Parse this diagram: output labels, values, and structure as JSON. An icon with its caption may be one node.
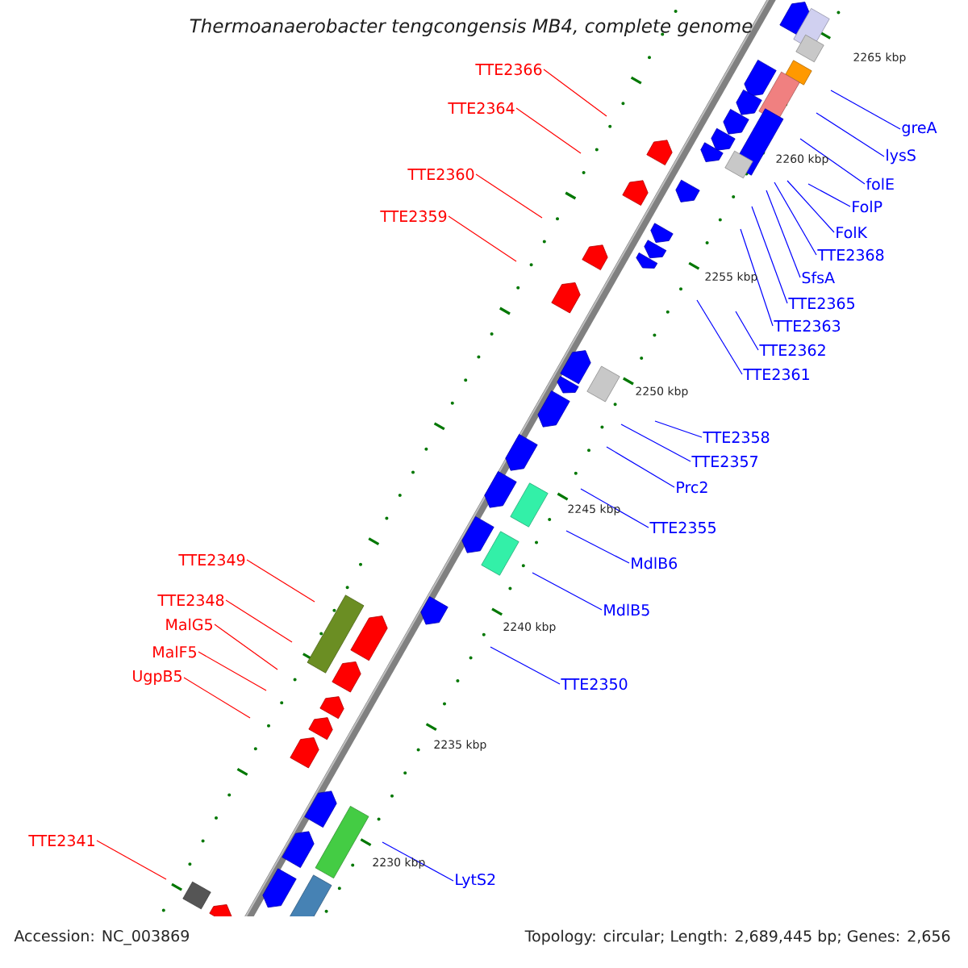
{
  "diagram": {
    "title": "Thermoanaerobacter tengcongensis MB4, complete genome",
    "nodes": [
      {
        "text": [
          "TTE2366"
        ]
      },
      {
        "text": [
          "TTE2364"
        ]
      },
      {
        "text": [
          "TTE2360"
        ]
      },
      {
        "text": [
          "TTE2359"
        ]
      },
      {
        "text": [
          "TTE2349"
        ]
      },
      {
        "text": [
          "TTE2348"
        ]
      },
      {
        "text": [
          "MalG5"
        ]
      },
      {
        "text": [
          "MalF5"
        ]
      },
      {
        "text": [
          "UgpB5"
        ]
      },
      {
        "text": [
          "TTE2341"
        ]
      },
      {
        "text": [
          "greA"
        ]
      },
      {
        "text": [
          "lysS"
        ]
      },
      {
        "text": [
          "folE"
        ]
      },
      {
        "text": [
          "FolP"
        ]
      },
      {
        "text": [
          "FolK"
        ]
      },
      {
        "text": [
          "TTE2368"
        ]
      },
      {
        "text": [
          "SfsA"
        ]
      },
      {
        "text": [
          "TTE2365"
        ]
      },
      {
        "text": [
          "TTE2363"
        ]
      },
      {
        "text": [
          "TTE2362"
        ]
      },
      {
        "text": [
          "TTE2361"
        ]
      },
      {
        "text": [
          "TTE2358"
        ]
      },
      {
        "text": [
          "TTE2357"
        ]
      },
      {
        "text": [
          "Prc2"
        ]
      },
      {
        "text": [
          "TTE2355"
        ]
      },
      {
        "text": [
          "MdlB6"
        ]
      },
      {
        "text": [
          "MdlB5"
        ]
      },
      {
        "text": [
          "TTE2350"
        ]
      },
      {
        "text": [
          "LytS2"
        ]
      }
    ],
    "edges": [
      {
        "from": 0,
        "to": null,
        "arrow": "none",
        "color": "#ff0000"
      },
      {
        "from": 1,
        "to": null,
        "arrow": "none",
        "color": "#ff0000"
      },
      {
        "from": 2,
        "to": null,
        "arrow": "none",
        "color": "#ff0000"
      },
      {
        "from": 3,
        "to": null,
        "arrow": "none",
        "color": "#ff0000"
      },
      {
        "from": 4,
        "to": null,
        "arrow": "none",
        "color": "#ff0000"
      },
      {
        "from": 5,
        "to": null,
        "arrow": "none",
        "color": "#ff0000"
      },
      {
        "from": 6,
        "to": null,
        "arrow": "none",
        "color": "#ff0000"
      },
      {
        "from": 7,
        "to": null,
        "arrow": "none",
        "color": "#ff0000"
      },
      {
        "from": 8,
        "to": null,
        "arrow": "none",
        "color": "#ff0000"
      },
      {
        "from": 9,
        "to": null,
        "arrow": "none",
        "color": "#ff0000"
      },
      {
        "from": 10,
        "to": null,
        "arrow": "none"
      },
      {
        "from": 11,
        "to": null,
        "arrow": "none"
      },
      {
        "from": 12,
        "to": null,
        "arrow": "none"
      },
      {
        "from": 13,
        "to": null,
        "arrow": "none"
      },
      {
        "from": 14,
        "to": null,
        "arrow": "none"
      },
      {
        "from": 15,
        "to": null,
        "arrow": "none"
      },
      {
        "from": 16,
        "to": null,
        "arrow": "none"
      },
      {
        "from": 17,
        "to": null,
        "arrow": "none"
      },
      {
        "from": 18,
        "to": null,
        "arrow": "none"
      },
      {
        "from": 19,
        "to": null,
        "arrow": "none"
      },
      {
        "from": 20,
        "to": null,
        "arrow": "none"
      },
      {
        "from": 21,
        "to": null,
        "arrow": "none"
      },
      {
        "from": 22,
        "to": null,
        "arrow": "none"
      },
      {
        "from": 23,
        "to": null,
        "arrow": "none"
      },
      {
        "from": 24,
        "to": null,
        "arrow": "none"
      },
      {
        "from": 25,
        "to": null,
        "arrow": "none"
      },
      {
        "from": 26,
        "to": null,
        "arrow": "none"
      },
      {
        "from": 27,
        "to": null,
        "arrow": "none"
      },
      {
        "from": 28,
        "to": null,
        "arrow": "none"
      }
    ],
    "labels": [
      "2265 kbp",
      "2260 kbp",
      "2255 kbp",
      "2250 kbp",
      "2245 kbp",
      "2240 kbp",
      "2235 kbp",
      "2230 kbp",
      "Accession: NC_003869",
      "Topology: circular; Length: 2,689,445 bp; Genes: 2,656"
    ]
  }
}
